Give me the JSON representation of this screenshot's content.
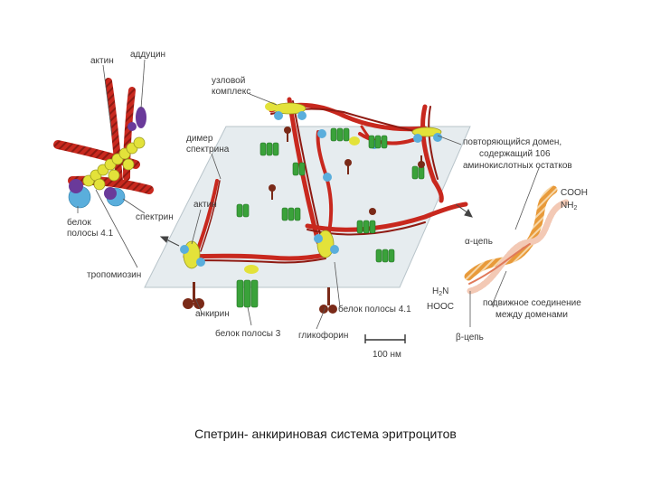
{
  "labels": {
    "aktin_top": "актин",
    "adducin": "аддуцин",
    "nodal_1": "узловой",
    "nodal_2": "комплекс",
    "dimer_1": "димер",
    "dimer_2": "спектрина",
    "aktin_mid": "актин",
    "spectrin": "спектрин",
    "band41_1": "белок",
    "band41_2": "полосы 4.1",
    "tropomyosin": "тропомиозин",
    "ankyrin": "анкирин",
    "band3": "белок полосы 3",
    "glycophorin": "гликофорин",
    "band41_right": "белок полосы 4.1",
    "repeat_1": "повторяющийся домен,",
    "repeat_2": "содержащий 106",
    "repeat_3": "аминокислотных остатков",
    "cooh": "COOH",
    "nh2": "NH",
    "nh2_sub": "2",
    "alpha_chain": "α-цепь",
    "h2n_h": "H",
    "h2n_sub": "2",
    "h2n_n": "N",
    "hooc": "HOOC",
    "flex_1": "подвижное соединение",
    "flex_2": "между доменами",
    "beta_chain": "β-цепь",
    "scale": "100 нм"
  },
  "caption": "Спетрин- анкириновая система эритроцитов",
  "colors": {
    "spectrin_red": "#c8281e",
    "actin_yellow": "#e3e23a",
    "band3_green": "#3aa23a",
    "ankyrin_brown": "#7a2a18",
    "band41_blue": "#5aaedc",
    "adducin_purple": "#6a3a9a",
    "alpha_orange": "#e89a3a",
    "membrane": "#e6ecef"
  }
}
